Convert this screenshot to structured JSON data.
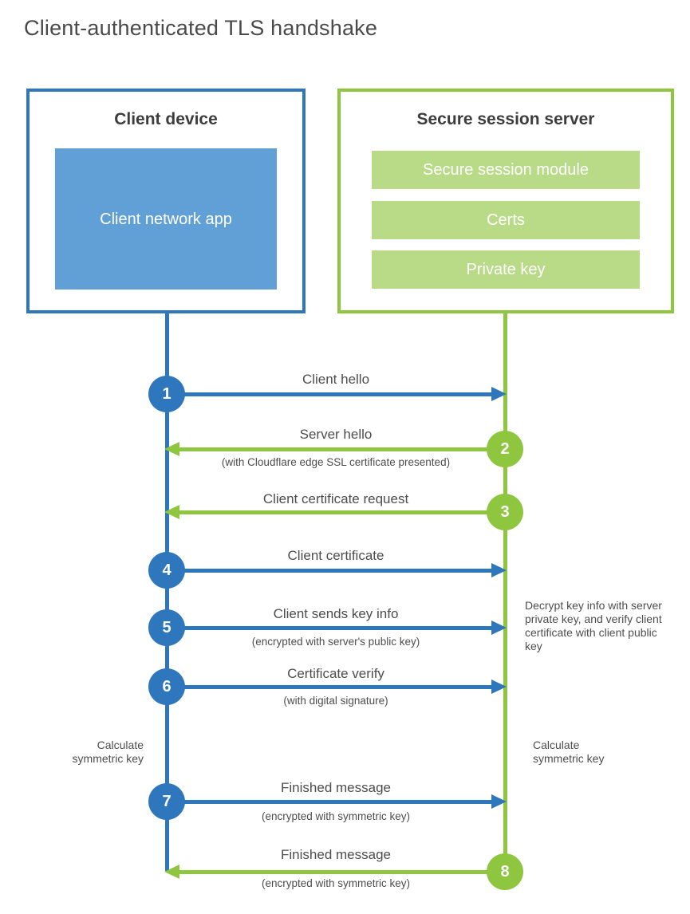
{
  "title": "Client-authenticated TLS handshake",
  "client": {
    "title": "Client device",
    "app": "Client network app"
  },
  "server": {
    "title": "Secure session server",
    "modules": [
      "Secure session module",
      "Certs",
      "Private key"
    ]
  },
  "steps": [
    {
      "num": "1",
      "label": "Client hello",
      "sub": "",
      "direction": "client-to-server",
      "color": "blue"
    },
    {
      "num": "2",
      "label": "Server hello",
      "sub": "(with Cloudflare edge SSL certificate presented)",
      "direction": "server-to-client",
      "color": "green"
    },
    {
      "num": "3",
      "label": "Client certificate request",
      "sub": "",
      "direction": "server-to-client",
      "color": "green"
    },
    {
      "num": "4",
      "label": "Client certificate",
      "sub": "",
      "direction": "client-to-server",
      "color": "blue"
    },
    {
      "num": "5",
      "label": "Client sends key info",
      "sub": "(encrypted with server's public key)",
      "direction": "client-to-server",
      "color": "blue"
    },
    {
      "num": "6",
      "label": "Certificate verify",
      "sub": "(with digital signature)",
      "direction": "client-to-server",
      "color": "blue"
    },
    {
      "num": "7",
      "label": "Finished message",
      "sub": "(encrypted with symmetric key)",
      "direction": "client-to-server",
      "color": "blue"
    },
    {
      "num": "8",
      "label": "Finished message",
      "sub": "(encrypted with symmetric key)",
      "direction": "server-to-client",
      "color": "green"
    }
  ],
  "annotations": {
    "server_note": "Decrypt key info with server private key, and verify client certificate with client public key",
    "calc_left": "Calculate symmetric key",
    "calc_right": "Calculate symmetric key"
  },
  "colors": {
    "blue": "#2e77bc",
    "blue_fill": "#61a0d7",
    "green": "#8ec63f",
    "green_fill": "#b9db88",
    "text": "#4d4d4d"
  }
}
